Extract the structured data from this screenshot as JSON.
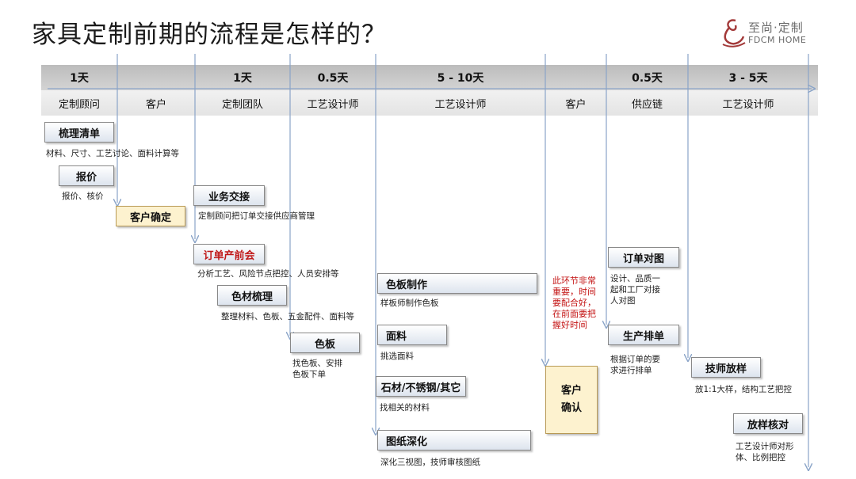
{
  "title": "家具定制前期的流程是怎样的？",
  "logo": {
    "zh": "至尚·定制",
    "en": "FDCM HOME"
  },
  "durations": [
    "1天",
    "1天",
    "0.5天",
    "5 - 10天",
    "0.5天",
    "3 - 5天"
  ],
  "roles": [
    "定制顾问",
    "客户",
    "定制团队",
    "工艺设计师",
    "工艺设计师",
    "客户",
    "供应链",
    "工艺设计师"
  ],
  "steps": {
    "sort_list": {
      "label": "梳理清单",
      "desc": "材料、尺寸、工艺讨论、面料计算等"
    },
    "quote": {
      "label": "报价",
      "desc": "报价、核价"
    },
    "customer_confirm": {
      "label": "客户确定"
    },
    "handover": {
      "label": "业务交接",
      "desc": "定制顾问把订单交接供应商管理"
    },
    "preprod_meeting": {
      "label": "订单产前会",
      "desc": "分析工艺、风险节点把控、人员安排等"
    },
    "material_sort": {
      "label": "色材梳理",
      "desc": "整理材料、色板、五金配件、面料等"
    },
    "color_board": {
      "label": "色板",
      "desc_lines": [
        "找色板、安排",
        "色板下单"
      ]
    },
    "color_board_making": {
      "label": "色板制作",
      "desc": "样板师制作色板"
    },
    "fabric": {
      "label": "面料",
      "desc": "挑选面料"
    },
    "stone": {
      "label": "石材/不锈钢/其它",
      "desc": "找相关的材料"
    },
    "drawing": {
      "label": "图纸深化",
      "desc": "深化三视图，技师审核图纸"
    },
    "client_confirm": {
      "label_lines": [
        "客户",
        "确认"
      ]
    },
    "order_check": {
      "label": "订单对图",
      "desc_lines": [
        "设计、品质一",
        "起和工厂对接",
        "人对图"
      ]
    },
    "production": {
      "label": "生产排单",
      "desc_lines": [
        "根据订单的要",
        "求进行排单"
      ]
    },
    "master_sample": {
      "label": "技师放样",
      "desc": "放1:1大样，结构工艺把控"
    },
    "sample_check": {
      "label": "放样核对",
      "desc_lines": [
        "工艺设计师对形",
        "体、比例把控"
      ]
    }
  },
  "note_lines": [
    "此环节非常",
    "重要，时间",
    "要配合好，",
    "在前面要把",
    "握好时间"
  ],
  "colors": {
    "red": "#c01818",
    "yellow_box": "#fdf2cf",
    "line_blue": "#8aa4c8"
  }
}
